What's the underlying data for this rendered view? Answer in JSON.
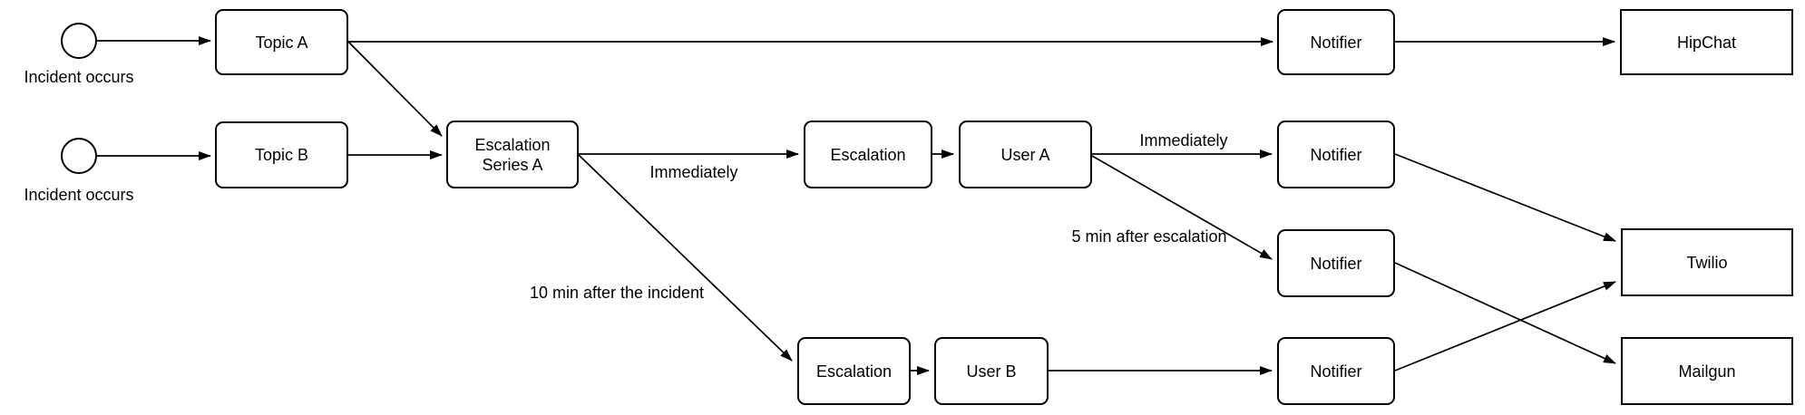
{
  "nodes": {
    "start_a": {
      "label": "Incident occurs"
    },
    "start_b": {
      "label": "Incident occurs"
    },
    "topic_a": {
      "label": "Topic A"
    },
    "topic_b": {
      "label": "Topic B"
    },
    "escalation_series_a": {
      "label": "Escalation Series A"
    },
    "escalation_1": {
      "label": "Escalation"
    },
    "user_a": {
      "label": "User A"
    },
    "escalation_2": {
      "label": "Escalation"
    },
    "user_b": {
      "label": "User B"
    },
    "notifier_1": {
      "label": "Notifier"
    },
    "notifier_2": {
      "label": "Notifier"
    },
    "notifier_3": {
      "label": "Notifier"
    },
    "notifier_4": {
      "label": "Notifier"
    },
    "hipchat": {
      "label": "HipChat"
    },
    "twilio": {
      "label": "Twilio"
    },
    "mailgun": {
      "label": "Mailgun"
    }
  },
  "edge_labels": {
    "esa_to_escalation1": "Immediately",
    "usera_to_notifier2": "Immediately",
    "usera_to_notifier3": "5 min after escalation",
    "esa_to_escalation2": "10 min after the incident"
  },
  "colors": {
    "stroke": "#000000",
    "node_fill": "#ffffff",
    "background": "#ffffff",
    "text": "#000000"
  }
}
